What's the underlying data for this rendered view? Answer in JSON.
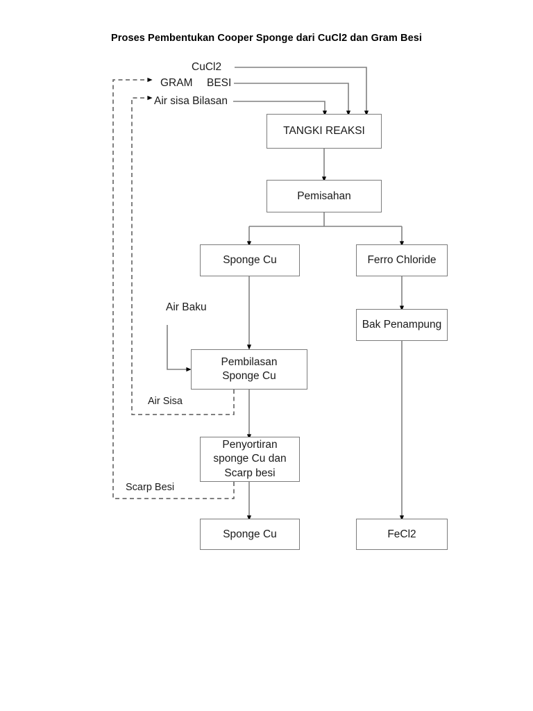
{
  "title": "Proses Pembentukan Cooper Sponge dari CuCl2 dan Gram Besi",
  "diagram": {
    "type": "process-flow-diagram",
    "inputs": [
      {
        "id": "cucl2",
        "label": "CuCl2"
      },
      {
        "id": "gram",
        "label": "GRAM"
      },
      {
        "id": "besi",
        "label": "BESI"
      },
      {
        "id": "air-sisa-bilasan",
        "label": "Air sisa Bilasan"
      },
      {
        "id": "air-baku",
        "label": "Air Baku"
      }
    ],
    "nodes": [
      {
        "id": "tangki-reaksi",
        "label": "TANGKI REAKSI"
      },
      {
        "id": "pemisahan",
        "label": "Pemisahan"
      },
      {
        "id": "sponge-cu-1",
        "label": "Sponge Cu"
      },
      {
        "id": "ferro-chloride",
        "label": "Ferro Chloride"
      },
      {
        "id": "pembilasan-sponge-cu",
        "label": "Pembilasan\nSponge Cu",
        "line1": "Pembilasan",
        "line2": "Sponge Cu"
      },
      {
        "id": "bak-penampung",
        "label": "Bak Penampung"
      },
      {
        "id": "penyortiran",
        "label": "Penyortiran sponge Cu dan Scarp besi",
        "line1": "Penyortiran",
        "line2": "sponge Cu dan",
        "line3": "Scarp besi"
      },
      {
        "id": "sponge-cu-2",
        "label": "Sponge Cu"
      },
      {
        "id": "fecl2",
        "label": "FeCl2"
      }
    ],
    "recycle_streams": [
      {
        "id": "air-sisa",
        "label": "Air Sisa",
        "from": "pembilasan-sponge-cu",
        "to": "air-sisa-bilasan"
      },
      {
        "id": "scarp-besi",
        "label": "Scarp Besi",
        "from": "penyortiran",
        "to": "gram"
      }
    ],
    "colors": {
      "box_border": "#7b7b7b",
      "line": "#808080",
      "arrow_head": "#000000",
      "dashed_line": "#555555",
      "text": "#1a1a1a",
      "background": "#ffffff"
    }
  }
}
